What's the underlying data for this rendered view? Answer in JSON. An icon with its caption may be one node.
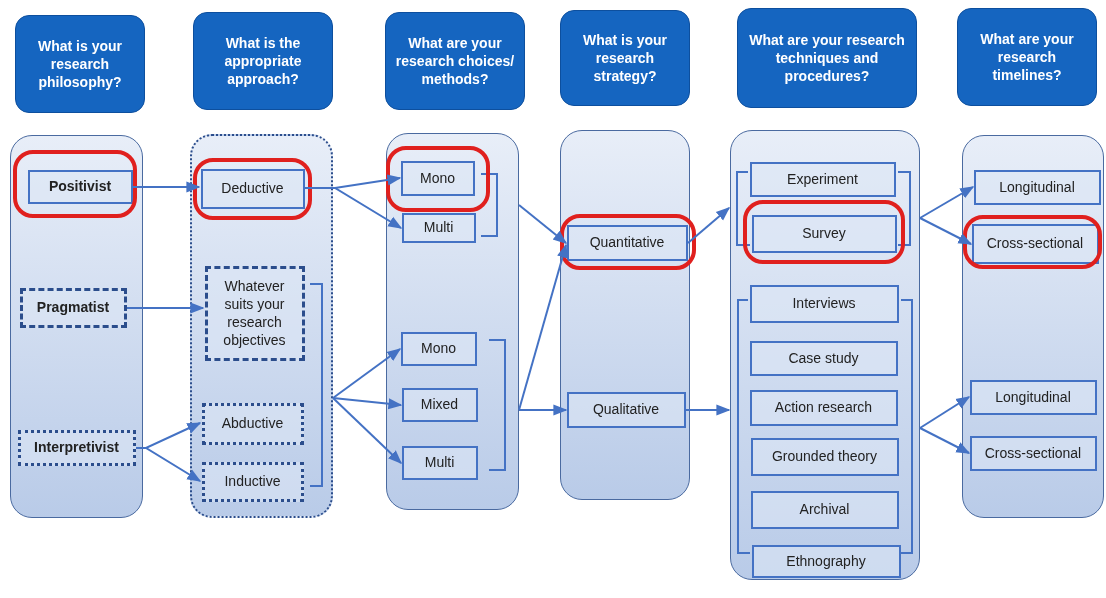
{
  "diagram": {
    "nodes": [
      {
        "text": [
          "What is your research philosophy?"
        ]
      },
      {
        "text": [
          "What is the appropriate approach?"
        ]
      },
      {
        "text": [
          "What are your research choices/ methods?"
        ]
      },
      {
        "text": [
          "What is your research strategy?"
        ]
      },
      {
        "text": [
          "What are your research techniques and procedures?"
        ]
      },
      {
        "text": [
          "What are your research timelines?"
        ]
      },
      {
        "text": [],
        "shape": "box"
      },
      {
        "text": [],
        "shape": "box"
      },
      {
        "text": [],
        "shape": "box"
      },
      {
        "text": [],
        "shape": "box"
      },
      {
        "text": [],
        "shape": "box"
      },
      {
        "text": [],
        "shape": "box"
      },
      {
        "text": [
          "Positivist"
        ],
        "in": 6
      },
      {
        "text": [
          "Pragmatist"
        ],
        "in": 6
      },
      {
        "text": [
          "Interpretivist"
        ],
        "in": 6
      },
      {
        "text": [
          "Deductive"
        ],
        "in": 7
      },
      {
        "text": [
          "Whatever suits your research objectives"
        ],
        "in": 7
      },
      {
        "text": [
          "Abductive"
        ],
        "in": 7
      },
      {
        "text": [
          "Inductive"
        ],
        "in": 7
      },
      {
        "text": [
          "Mono"
        ],
        "in": 8
      },
      {
        "text": [
          "Multi"
        ],
        "in": 8
      },
      {
        "text": [
          "Mono"
        ],
        "in": 8
      },
      {
        "text": [
          "Mixed"
        ],
        "in": 8
      },
      {
        "text": [
          "Multi"
        ],
        "in": 8
      },
      {
        "text": [
          "Quantitative"
        ],
        "in": 9
      },
      {
        "text": [
          "Qualitative"
        ],
        "in": 9
      },
      {
        "text": [
          "Experiment"
        ],
        "in": 10
      },
      {
        "text": [
          "Survey"
        ],
        "in": 10
      },
      {
        "text": [
          "Interviews"
        ],
        "in": 10
      },
      {
        "text": [
          "Case study"
        ],
        "in": 10
      },
      {
        "text": [
          "Action research"
        ],
        "in": 10
      },
      {
        "text": [
          "Grounded theory"
        ],
        "in": 10
      },
      {
        "text": [
          "Archival"
        ],
        "in": 10
      },
      {
        "text": [
          "Ethnography"
        ],
        "in": 10
      },
      {
        "text": [
          "Longitudinal"
        ],
        "in": 11
      },
      {
        "text": [
          "Cross-sectional"
        ],
        "in": 11
      },
      {
        "text": [
          "Longitudinal"
        ],
        "in": 11
      },
      {
        "text": [
          "Cross-sectional"
        ],
        "in": 11
      }
    ],
    "edges": [
      {
        "from": 12,
        "to": 15,
        "arrow": "to"
      },
      {
        "from": 13,
        "to": 16,
        "arrow": "to"
      },
      {
        "from": 14,
        "to": 17,
        "arrow": "to"
      },
      {
        "from": 14,
        "to": 18,
        "arrow": "to"
      },
      {
        "from": 15,
        "to": 19,
        "arrow": "to"
      },
      {
        "from": 15,
        "to": 20,
        "arrow": "to"
      },
      {
        "from": 7,
        "to": 21,
        "arrow": "to"
      },
      {
        "from": 7,
        "to": 22,
        "arrow": "to"
      },
      {
        "from": 7,
        "to": 23,
        "arrow": "to"
      },
      {
        "from": 8,
        "to": 24,
        "arrow": "to"
      },
      {
        "from": 8,
        "to": 24,
        "arrow": "to"
      },
      {
        "from": 8,
        "to": 25,
        "arrow": "to"
      },
      {
        "from": 24,
        "to": 10,
        "arrow": "to"
      },
      {
        "from": 25,
        "to": 10,
        "arrow": "to"
      },
      {
        "from": 10,
        "to": 34,
        "arrow": "to"
      },
      {
        "from": 10,
        "to": 35,
        "arrow": "to"
      },
      {
        "from": 10,
        "to": 36,
        "arrow": "to"
      },
      {
        "from": 10,
        "to": 37,
        "arrow": "to"
      }
    ]
  }
}
